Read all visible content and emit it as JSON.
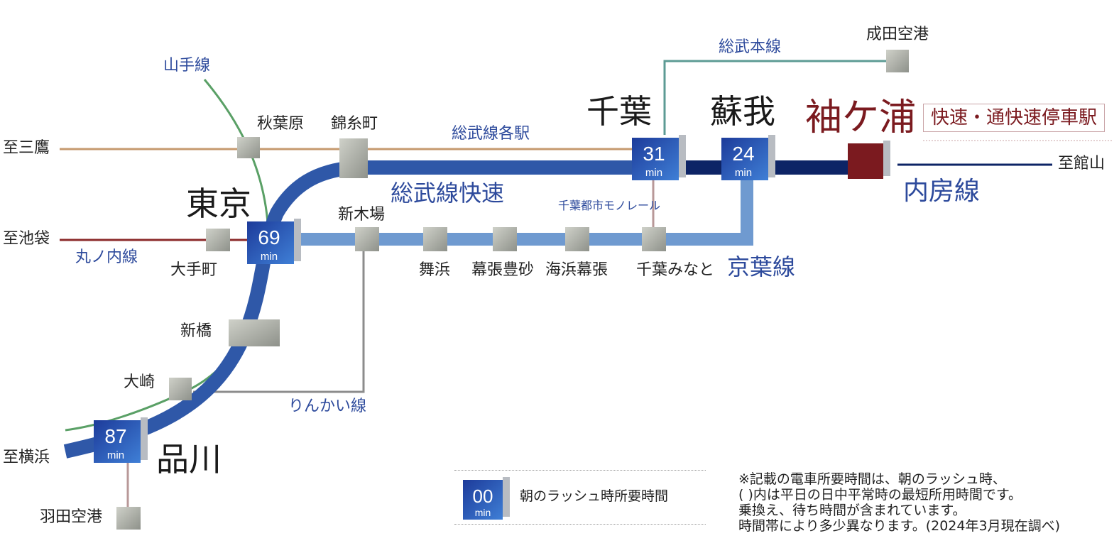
{
  "colors": {
    "yamanote": "#5aa066",
    "marunouchi": "#8b2a2a",
    "sobu_local": "#c69a6e",
    "sobu_rapid": "#2f58a8",
    "keiyo": "#6f9ad0",
    "uchibo": "#0d2466",
    "rinkai": "#8c8c8c",
    "narita": "#5d9b94",
    "monorail": "#b89898",
    "destination": "#7b1a1f"
  },
  "lines": {
    "yamanote": "山手線",
    "marunouchi": "丸ノ内線",
    "sobu_local": "総武線各駅",
    "sobu_rapid": "総武線快速",
    "sobu_main": "総武本線",
    "keiyo": "京葉線",
    "uchibo": "内房線",
    "rinkai": "りんかい線",
    "monorail": "千葉都市モノレール"
  },
  "directions": {
    "mitaka": "至三鷹",
    "ikebukuro": "至池袋",
    "yokohama": "至横浜",
    "tateyama": "至館山"
  },
  "stations": {
    "akihabara": "秋葉原",
    "kinshicho": "錦糸町",
    "tokyo": "東京",
    "otemachi": "大手町",
    "shinbashi": "新橋",
    "osaki": "大崎",
    "shinagawa": "品川",
    "haneda": "羽田空港",
    "shinkiba": "新木場",
    "maihama": "舞浜",
    "makuhari_toyosuna": "幕張豊砂",
    "kaihin_makuhari": "海浜幕張",
    "chiba_minato": "千葉みなと",
    "chiba": "千葉",
    "soga": "蘇我",
    "narita": "成田空港",
    "sodegaura": "袖ケ浦",
    "sodegaura_badge": "快速・通快速停車駅"
  },
  "times": {
    "chiba": "31",
    "soga": "24",
    "tokyo": "69",
    "shinagawa": "87",
    "unit": "min"
  },
  "legend": {
    "sample": "00",
    "unit": "min",
    "label": "朝のラッシュ時所要時間"
  },
  "notes": [
    "※記載の電車所要時間は、朝のラッシュ時、",
    "( )内は平日の日中平常時の最短所用時間です。",
    "乗換え、待ち時間が含まれています。",
    "時間帯により多少異なります。(2024年3月現在調べ)"
  ]
}
